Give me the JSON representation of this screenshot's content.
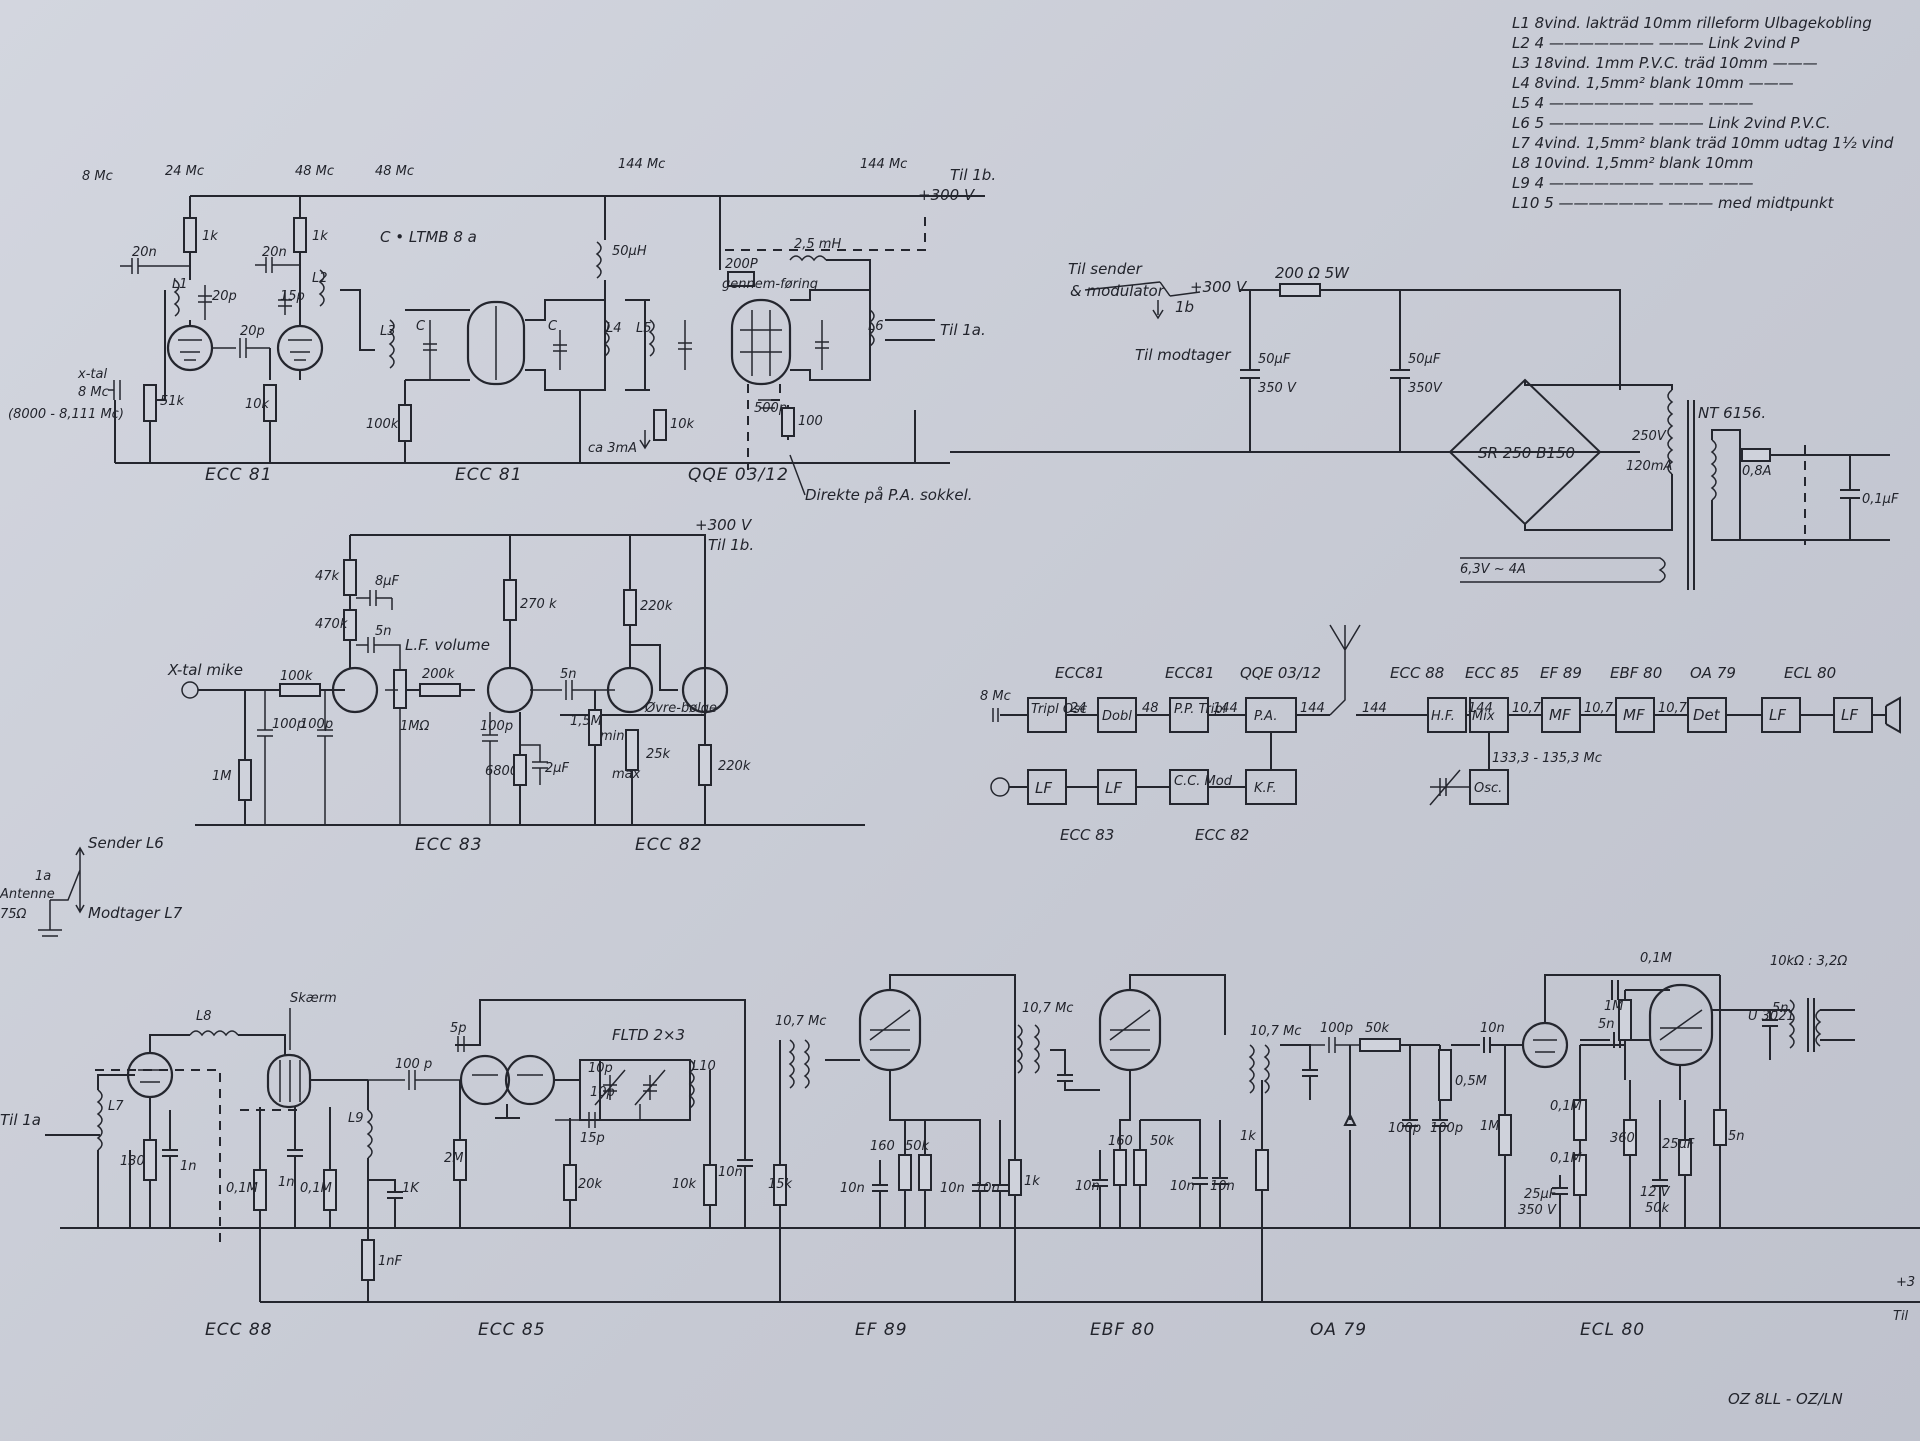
{
  "coil_table": [
    "L1 8vind. lakträd 10mm rilleform Ulbagekobling",
    "L2 4 ——————— ——— Link 2vind P",
    "L3 18vind. 1mm P.V.C. träd 10mm ———",
    "L4 8vind. 1,5mm² blank 10mm ———",
    "L5 4 ——————— ——— ———",
    "L6 5 ——————— ——— Link 2vind P.V.C.",
    "L7 4vind. 1,5mm² blank träd 10mm udtag 1½ vind",
    "L8 10vind. 1,5mm² blank 10mm",
    "L9 4 ——————— ——— ———",
    "L10 5 ——————— ——— med midtpunkt"
  ],
  "transmitter": {
    "freqs": [
      "8 Mc",
      "24 Mc",
      "48 Mc",
      "48 Mc",
      "144 Mc",
      "144 Mc"
    ],
    "crystal": [
      "x-tal",
      "8 Mc",
      "(8000 - 8,111 Mc)"
    ],
    "coil_type": "C • LTMB 8 a",
    "tubes": [
      "ECC 81",
      "ECC 81",
      "QQE 03/12"
    ],
    "supply": [
      "Til 1b.",
      "+300 V"
    ],
    "parts": [
      "1k",
      "1k",
      "20n",
      "20n",
      "20p",
      "15p",
      "20p",
      "51k",
      "10k",
      "100k",
      "50µH",
      "200P",
      "gennem-føring",
      "2,5 mH",
      "10k",
      "ca 3mA",
      "500p",
      "100",
      "Til 1a.",
      "L1",
      "L2",
      "L3",
      "L4",
      "L5",
      "L6",
      "C"
    ],
    "note": "Direkte på P.A. sokkel."
  },
  "power_supply": {
    "switch": [
      "Til sender",
      "& modulator",
      "+300 V",
      "1b",
      "Til modtager"
    ],
    "resistor": "200 Ω 5W",
    "caps": [
      "50µF",
      "350 V",
      "50µF",
      "350V"
    ],
    "rectifier": "SR 250 B150",
    "transformer": "NT 6156.",
    "secondary": [
      "250V",
      "120mA",
      "6,3V ~ 4A"
    ],
    "fuse": "0,8A",
    "mains_cap": "0,1µF"
  },
  "modulator": {
    "input": "X-tal mike",
    "parts": [
      "47k",
      "8µF",
      "470k",
      "5n",
      "L.F. volume",
      "100k",
      "1M",
      "100p",
      "100p",
      "1MΩ",
      "200k",
      "100p",
      "6800",
      "2µF",
      "270 k",
      "5n",
      "1,5M",
      "min",
      "Øvre-bølge",
      "25k",
      "max",
      "220k",
      "220k"
    ],
    "tubes": [
      "ECC 83",
      "ECC 82"
    ],
    "supply": [
      "+300 V",
      "Til 1b."
    ]
  },
  "antenna_switch": {
    "labels": [
      "Sender L6",
      "1a",
      "Antenne",
      "75Ω",
      "Modtager L7"
    ]
  },
  "block_diagram": {
    "tx_tubes": [
      "ECC81",
      "ECC81",
      "QQE 03/12"
    ],
    "tx_blocks": [
      "Tripl Osc",
      "Dobl",
      "P.P. Tripl",
      "P.A."
    ],
    "tx_freqs": [
      "8 Mc",
      "24",
      "48",
      "144",
      "144"
    ],
    "mod_blocks": [
      "LF",
      "LF",
      "C.C. Mod",
      "K.F."
    ],
    "mod_tubes": [
      "ECC 83",
      "ECC 82"
    ],
    "rx_tubes": [
      "ECC 88",
      "ECC 85",
      "EF 89",
      "EBF 80",
      "OA 79",
      "ECL 80"
    ],
    "rx_blocks": [
      "H.F.",
      "Mix",
      "MF",
      "MF",
      "Det",
      "LF",
      "LF"
    ],
    "rx_freqs": [
      "144",
      "144",
      "10,7",
      "10,7",
      "10,7"
    ],
    "osc_block": "Osc.",
    "osc_range": "133,3 - 135,3 Mc"
  },
  "receiver": {
    "tubes": [
      "ECC 88",
      "ECC 85",
      "EF 89",
      "EBF 80",
      "OA 79",
      "ECL 80"
    ],
    "input": "Til 1a",
    "skaerm": "Skærm",
    "filter": "FLTD 2×3",
    "if_freqs": [
      "10,7 Mc",
      "10,7 Mc",
      "10,7 Mc"
    ],
    "parts": [
      "L7",
      "L8",
      "L9",
      "L10",
      "130",
      "1n",
      "0,1M",
      "1n",
      "0,1M",
      "100 p",
      "1nF",
      "1K",
      "5p",
      "2M",
      "10p",
      "10p",
      "15p",
      "20k",
      "10k",
      "10n",
      "15k",
      "160",
      "50k",
      "10n",
      "10n",
      "10n",
      "1k",
      "160",
      "50k",
      "10n",
      "10n",
      "10n",
      "1k",
      "100p",
      "50k",
      "100p",
      "100p",
      "0,5M",
      "1M",
      "10n",
      "0,1M",
      "0,1M",
      "25µF",
      "350 V",
      "5n",
      "1M",
      "0,1M",
      "360",
      "25µF",
      "12 V",
      "50k",
      "5n",
      "10kΩ : 3,2Ω",
      "5n",
      "U 3021"
    ],
    "output": [
      "+3",
      "Til"
    ]
  },
  "signature": "OZ 8LL - OZ/LN"
}
